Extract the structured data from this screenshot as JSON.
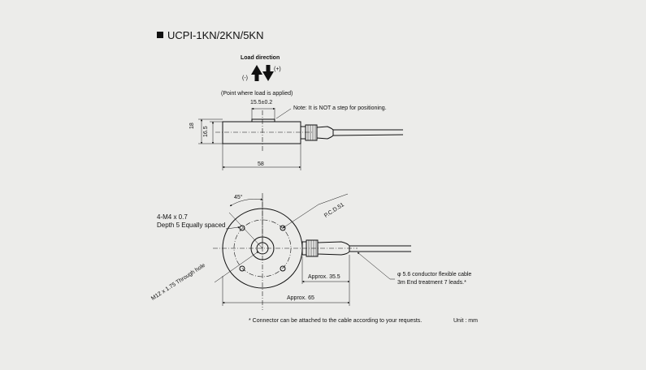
{
  "title": "UCPI-1KN/2KN/5KN",
  "load": {
    "heading": "Load direction",
    "minus": "(-)",
    "plus": "(+)"
  },
  "side_view": {
    "load_point": "(Point where load is applied)",
    "boss_dim": "15.5±0.2",
    "note": "Note: It is NOT a step for positioning.",
    "height_dim": "18",
    "body_height_dim": "16.5",
    "width_dim": "58"
  },
  "top_view": {
    "angle_dim": "45°",
    "pcd": "P.C.D.51",
    "tapped_holes": "4-M4 x 0.7",
    "tapped_depth": "Depth 5 Equally spaced",
    "through_hole": "M12 x 1.75 Through hole",
    "cable_line1": "φ 5.6 conductor flexible cable",
    "cable_line2": "3m End treatment 7 leads.*",
    "approx_connector": "Approx. 35.5",
    "approx_total": "Approx. 65"
  },
  "footnote": "* Connector can be attached to the cable according to your requests.",
  "unit": "Unit : mm",
  "colors": {
    "line": "#111111",
    "background": "#ececea"
  }
}
